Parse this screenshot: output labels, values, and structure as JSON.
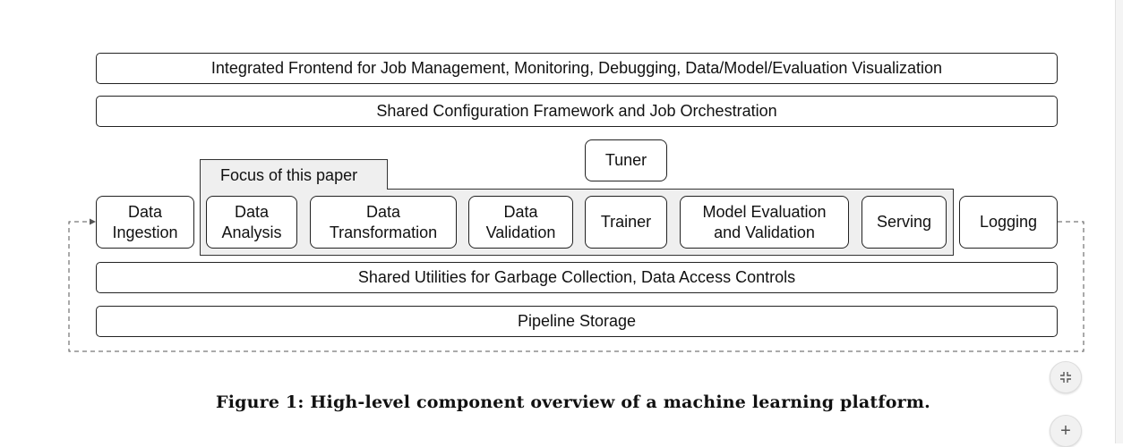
{
  "layers": {
    "frontend": "Integrated Frontend for Job Management, Monitoring, Debugging, Data/Model/Evaluation Visualization",
    "config": "Shared Configuration Framework and Job Orchestration",
    "utilities": "Shared Utilities for Garbage Collection, Data Access Controls",
    "storage": "Pipeline Storage"
  },
  "tuner": "Tuner",
  "focus_label": "Focus of this paper",
  "components": {
    "data_ingestion": "Data\nIngestion",
    "data_analysis": "Data\nAnalysis",
    "data_transformation": "Data\nTransformation",
    "data_validation": "Data\nValidation",
    "trainer": "Trainer",
    "model_evaluation": "Model Evaluation\nand Validation",
    "serving": "Serving",
    "logging": "Logging"
  },
  "caption": "Figure 1: High-level component overview of a machine learning platform.",
  "controls": {
    "collapse_icon": "collapse-icon",
    "add_icon": "plus-icon",
    "add_symbol": "+"
  }
}
